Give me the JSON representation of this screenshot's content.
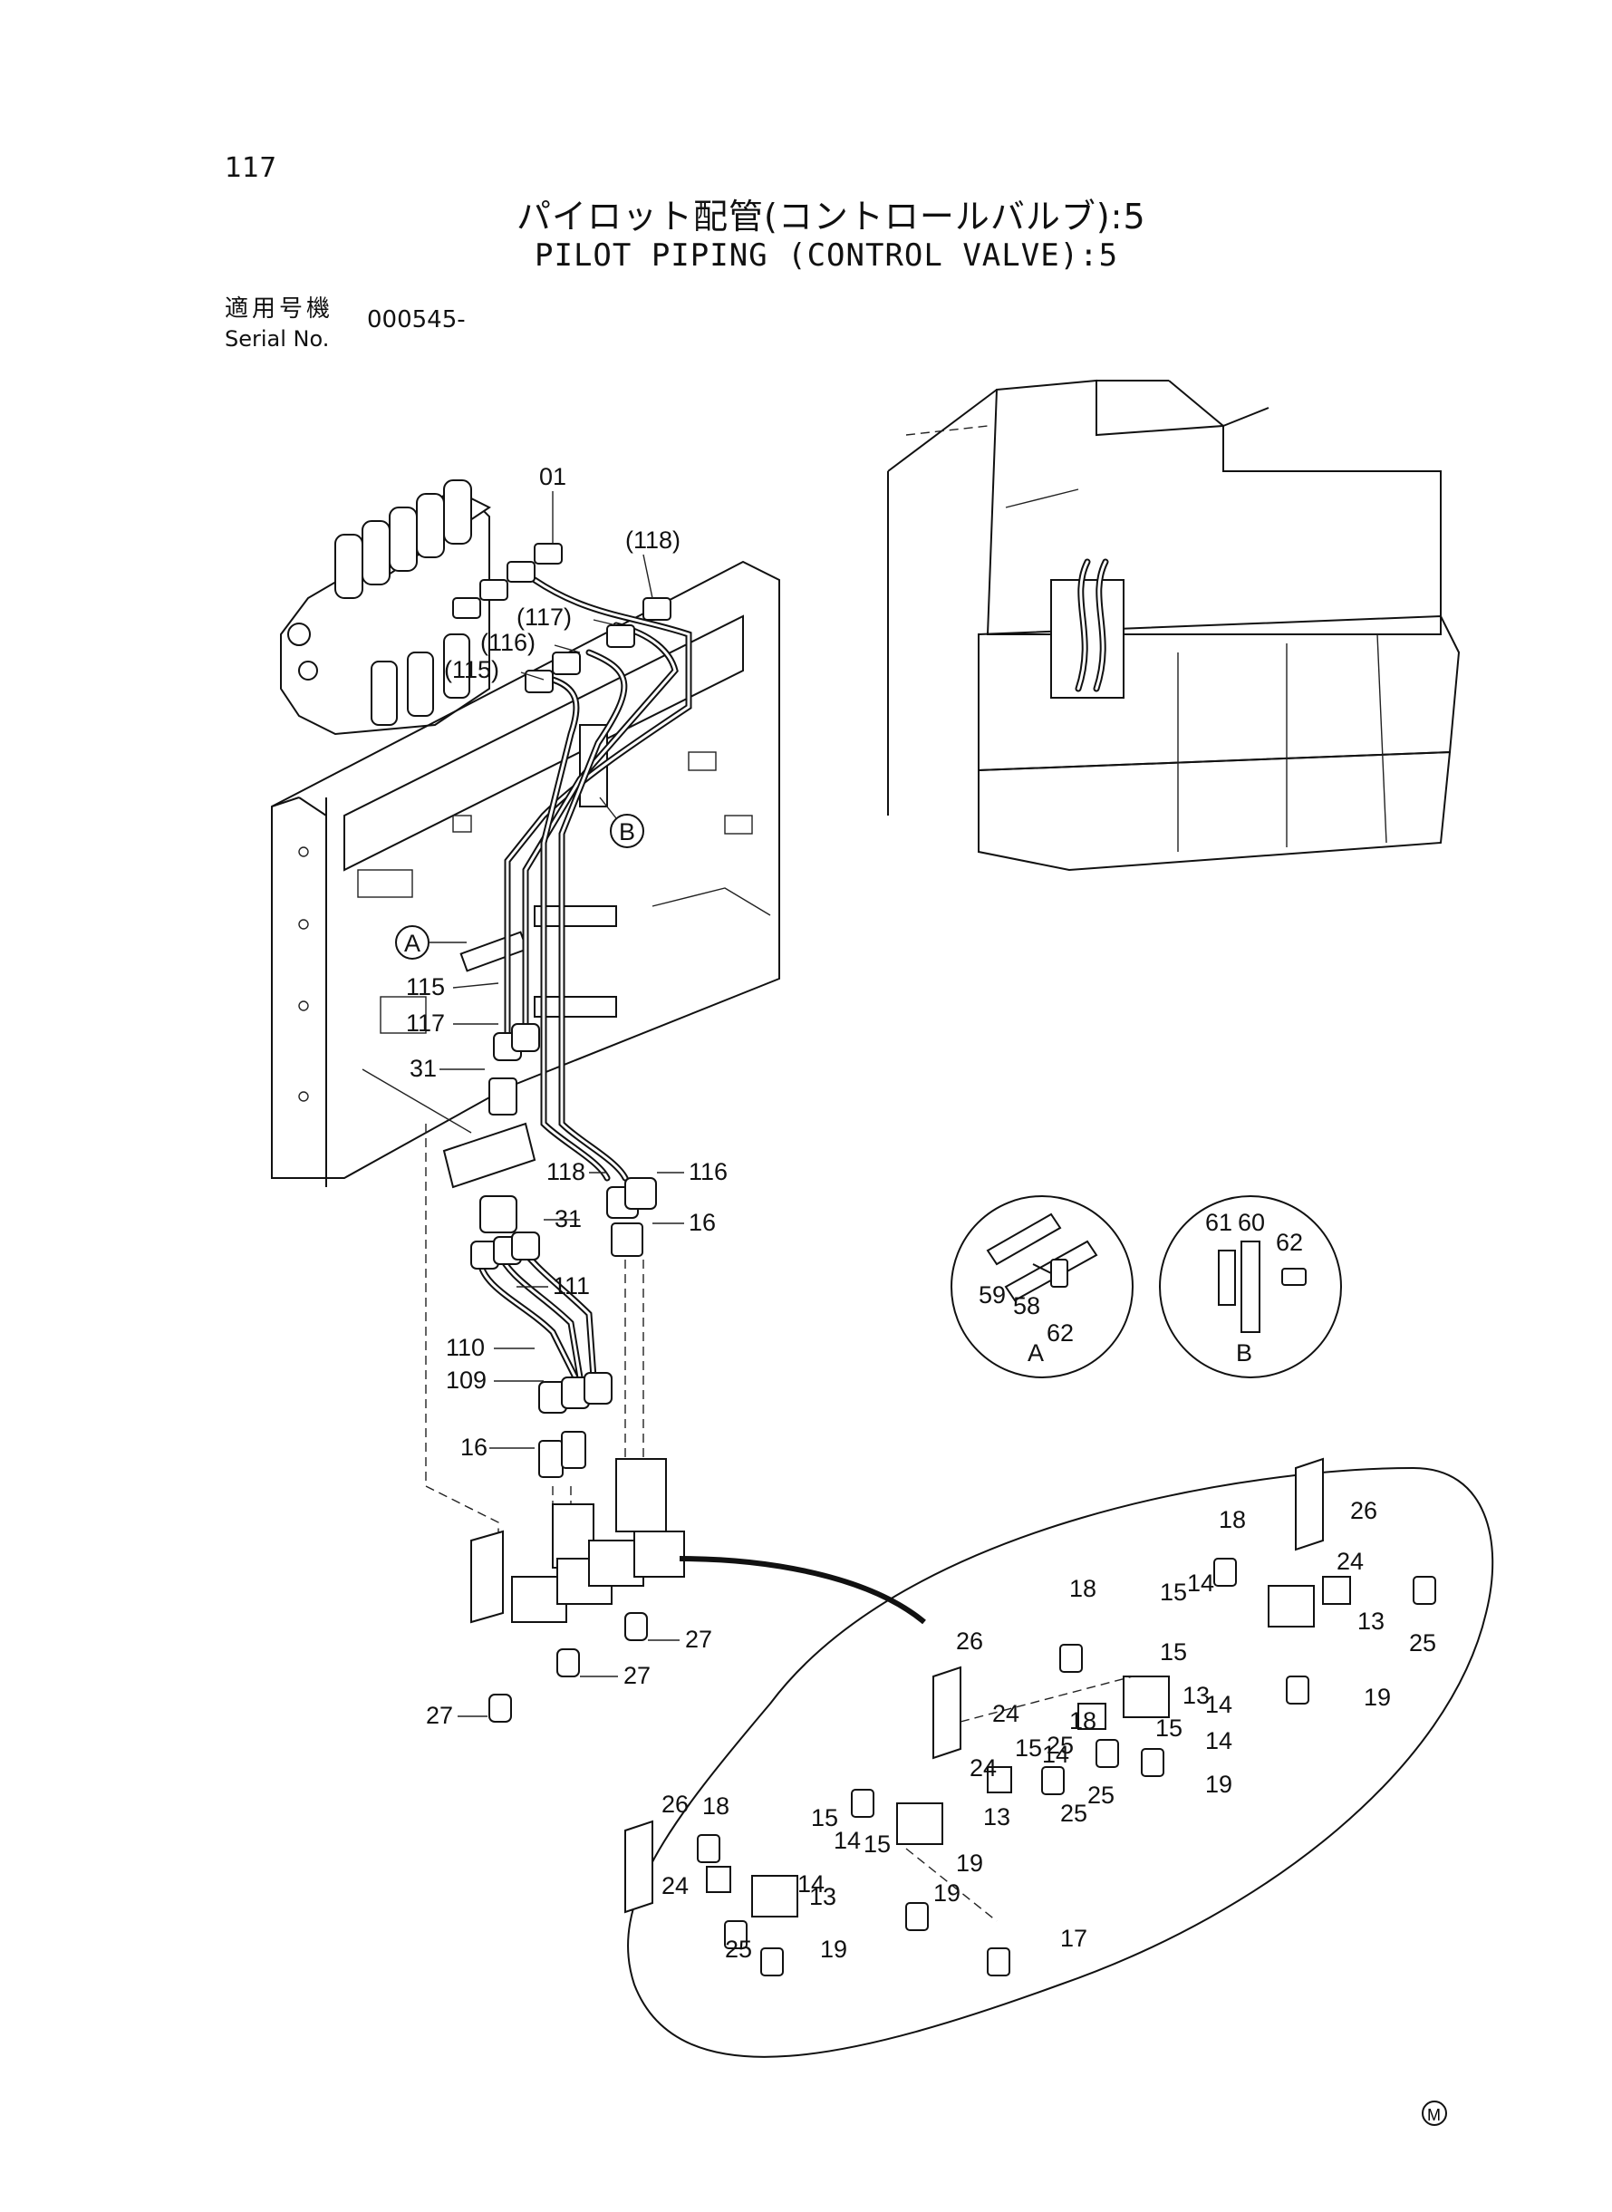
{
  "header": {
    "page_number": "117",
    "title_jp": "パイロット配管(コントロールバルブ):5",
    "title_en": "PILOT PIPING (CONTROL VALVE):5",
    "serial_label_jp": "適用号機",
    "serial_label_en": "Serial No.",
    "serial_value": "000545-"
  },
  "callouts": {
    "c01": "01",
    "c118p": "(118)",
    "c117p": "(117)",
    "c116p": "(116)",
    "c115p": "(115)",
    "c115": "115",
    "c117": "117",
    "c31a": "31",
    "c118": "118",
    "c116": "116",
    "c31b": "31",
    "c16a": "16",
    "c111": "111",
    "c110": "110",
    "c109": "109",
    "c16b": "16",
    "c27a": "27",
    "c27b": "27",
    "c27c": "27",
    "markerA": "A",
    "markerB": "B"
  },
  "detail_views": {
    "A": {
      "label": "A",
      "parts": [
        "59",
        "58",
        "62"
      ]
    },
    "B": {
      "label": "B",
      "parts": [
        "61",
        "60",
        "62"
      ]
    }
  },
  "enlargement": {
    "labels": [
      "18",
      "26",
      "24",
      "14",
      "15",
      "13",
      "25",
      "19",
      "18",
      "15",
      "14",
      "13",
      "15",
      "14",
      "19",
      "26",
      "24",
      "25",
      "18",
      "24",
      "14",
      "15",
      "13",
      "25",
      "25",
      "19",
      "26",
      "18",
      "15",
      "14",
      "13",
      "24",
      "25",
      "19",
      "14",
      "15",
      "19",
      "17"
    ]
  },
  "footer": {
    "mark": "M"
  }
}
